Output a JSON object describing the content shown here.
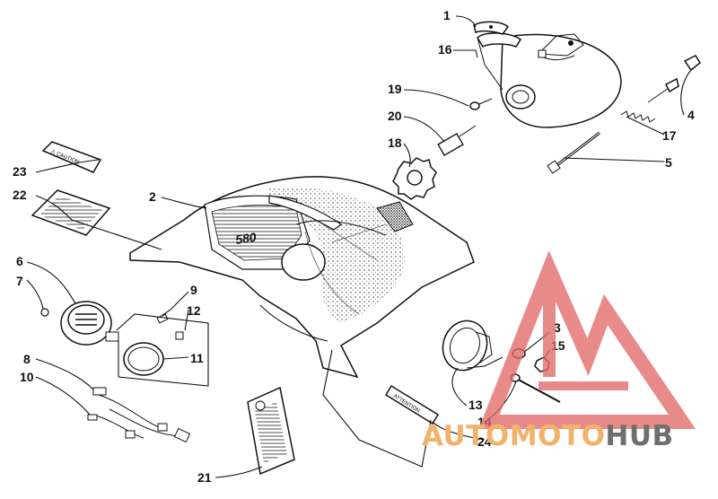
{
  "diagram": {
    "part_numbers": [
      "1",
      "2",
      "3",
      "4",
      "5",
      "6",
      "7",
      "8",
      "9",
      "10",
      "11",
      "12",
      "13",
      "14",
      "15",
      "16",
      "17",
      "18",
      "19",
      "20",
      "21",
      "22",
      "23",
      "24"
    ],
    "decals": {
      "caution_small": "⚠ CAUTION",
      "hood_badge": "580",
      "attention": "ATTENTION"
    }
  },
  "watermark": {
    "part1": "AUTO",
    "part2": "MOTO",
    "part3": "HUB",
    "color_primary": "#f3b26a",
    "color_secondary": "#6f6f6f",
    "logo_color": "#e46a6a"
  }
}
